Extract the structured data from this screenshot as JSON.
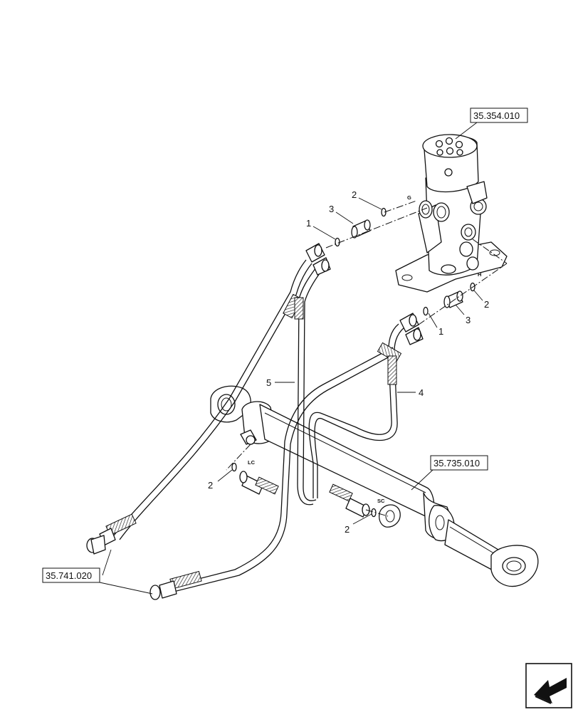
{
  "references": {
    "swivel": "35.354.010",
    "cylinder": "35.735.010",
    "hose_ends": "35.741.020"
  },
  "callouts": {
    "o_ring_top": "1",
    "seal_top": "2",
    "adapter_top": "3",
    "o_ring_mid": "1",
    "seal_mid": "2",
    "adapter_mid": "3",
    "hose_4": "4",
    "hose_5": "5",
    "seal_lc": "2",
    "seal_sc": "2"
  },
  "port_labels": {
    "g": "G",
    "h": "H",
    "lc": "LC",
    "sc": "SC"
  },
  "nav_icon": "arrow-back-icon"
}
